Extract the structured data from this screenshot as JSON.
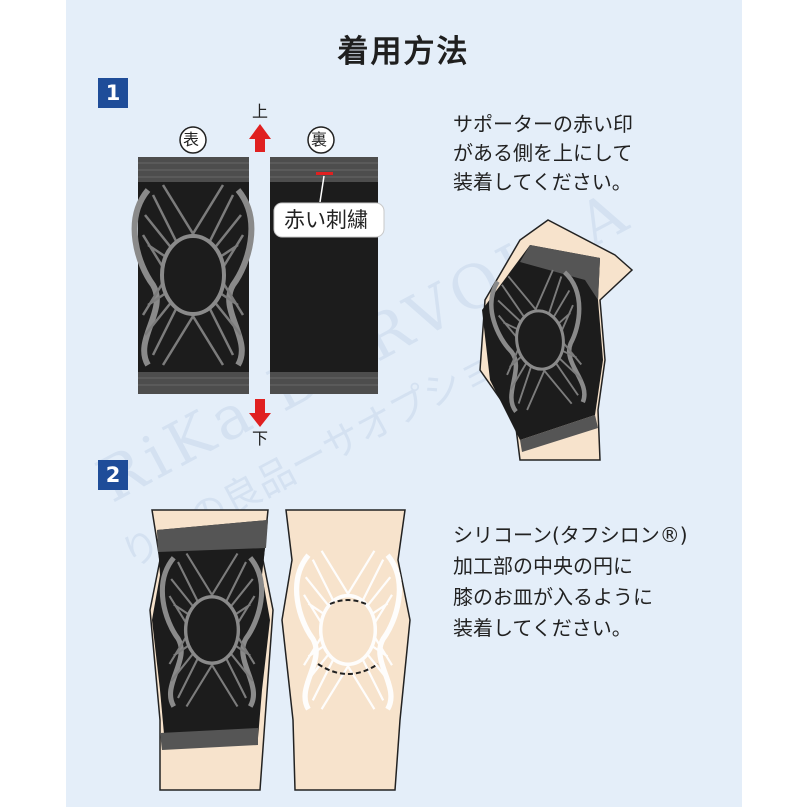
{
  "title": "着用方法",
  "step1": {
    "number": "1",
    "label_front": "表",
    "label_back": "裏",
    "arrow_up": "上",
    "arrow_down": "下",
    "red_embroidery": "赤い刺繍",
    "instruction_lines": [
      "サポーターの赤い印",
      "がある側を上にして",
      "装着してください。"
    ]
  },
  "step2": {
    "number": "2",
    "instruction_lines": [
      "シリコーン(タフシロン®)",
      "加工部の中央の円に",
      "膝のお皿が入るように",
      "装着してください。"
    ]
  },
  "watermark": {
    "line1": "RiKa BORVOLLA",
    "line2": "りかの良品ーサオプションー"
  },
  "colors": {
    "panel_bg": "#e4eef9",
    "number_badge": "#1f4d99",
    "arrow_red": "#e02020",
    "fabric_black": "#1c1c1c",
    "pattern_gray": "#8a8a8a",
    "skin": "#f7e3cc"
  }
}
